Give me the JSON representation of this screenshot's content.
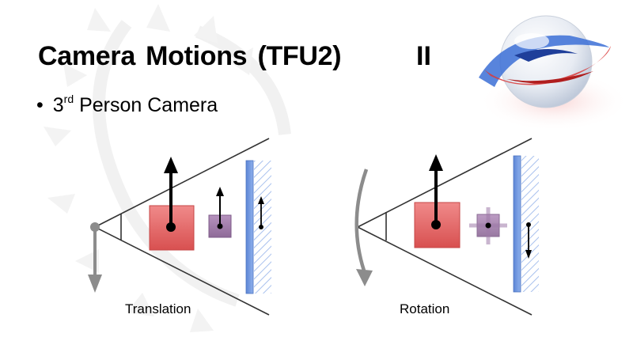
{
  "slide": {
    "title": "Camera Motions (TFU2)",
    "title_suffix": "II",
    "bullet": {
      "symbol": "•",
      "prefix": "3",
      "superscript": "rd",
      "text": "Person Camera"
    },
    "captions": {
      "translation": "Translation",
      "rotation": "Rotation"
    }
  },
  "colors": {
    "object_red": "#e06464",
    "object_purple": "#9e7aa8",
    "screen_blue": "#6f95dd",
    "camera_grey": "#8c8c8c",
    "watermark": "#f1f1f1"
  },
  "icons": [
    "logo-sphere-icon",
    "watermark-icon"
  ]
}
